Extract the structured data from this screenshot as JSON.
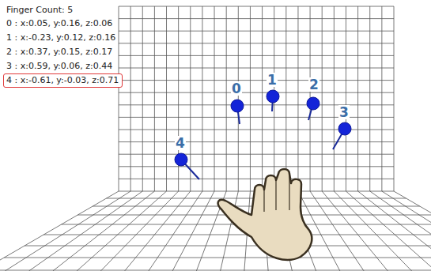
{
  "diagram": {
    "nodes": [
      {
        "text": [
          "4 : x:-0.61, y:-0.03, z:0.71"
        ]
      }
    ],
    "labels": [
      "Finger Count:  5",
      "0 : x:0.05, y:0.16, z:0.06",
      "1 : x:-0.23, y:0.12, z:0.16",
      "2 : x:0.37, y:0.15, z:0.17",
      "3 : x:0.59, y:0.06, z:0.44",
      "0",
      "1",
      "2",
      "3",
      "4"
    ]
  }
}
